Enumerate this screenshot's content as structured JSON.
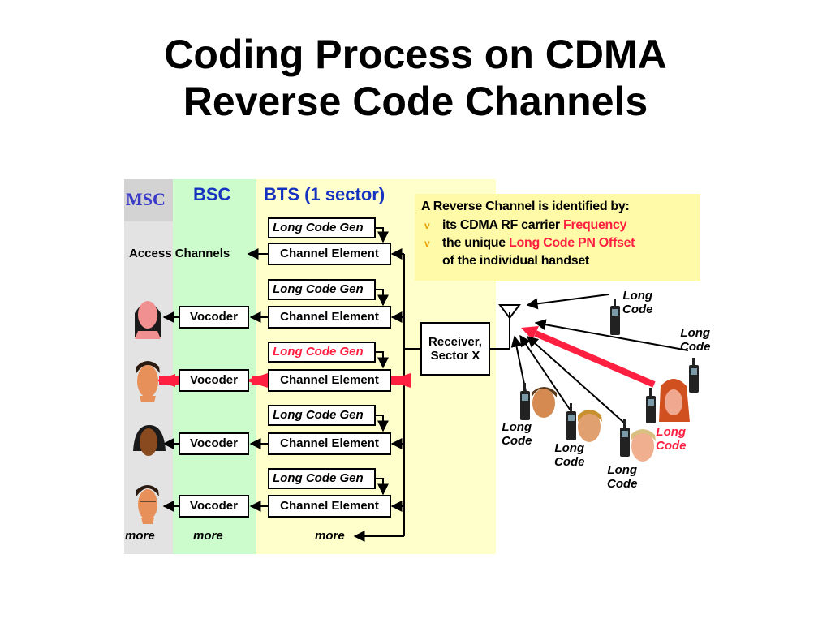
{
  "title": {
    "line1": "Coding Process on CDMA",
    "line2": "Reverse Code Channels"
  },
  "columns": {
    "msc": "MSC",
    "bsc": "BSC",
    "bts": "BTS (1 sector)"
  },
  "access_channels": "Access Channels",
  "long_code_gen": [
    "Long Code Gen",
    "Long Code Gen",
    "Long Code Gen",
    "Long Code Gen",
    "Long Code Gen"
  ],
  "channel_element": [
    "Channel Element",
    "Channel Element",
    "Channel Element",
    "Channel Element",
    "Channel Element"
  ],
  "vocoder": [
    "Vocoder",
    "Vocoder",
    "Vocoder",
    "Vocoder"
  ],
  "more": [
    "more",
    "more",
    "more"
  ],
  "receiver": {
    "line1": "Receiver,",
    "line2": "Sector X"
  },
  "info": {
    "heading": "A Reverse Channel is identified by:",
    "bullet_mark": "v",
    "b1_text": "its CDMA RF carrier ",
    "b1_highlight": "Frequency",
    "b2_text": "the unique ",
    "b2_highlight": "Long Code PN Offset",
    "b2_line2": "of the individual handset"
  },
  "handset_labels": [
    {
      "l1": "Long",
      "l2": "Code"
    },
    {
      "l1": "Long",
      "l2": "Code"
    },
    {
      "l1": "Long",
      "l2": "Code"
    },
    {
      "l1": "Long",
      "l2": "Code"
    },
    {
      "l1": "Long",
      "l2": "Code"
    },
    {
      "l1": "Long",
      "l2": "Code"
    }
  ],
  "colors": {
    "highlight": "#ff1f40",
    "header_blue": "#1533c0",
    "info_bg": "#fffaa8",
    "msc_bg": "#e3e3e3",
    "bsc_bg": "#ccfccc",
    "bts_bg": "#ffffcc"
  },
  "icons": [
    "person-icon",
    "handset-icon",
    "antenna-icon",
    "arrow-icon"
  ]
}
